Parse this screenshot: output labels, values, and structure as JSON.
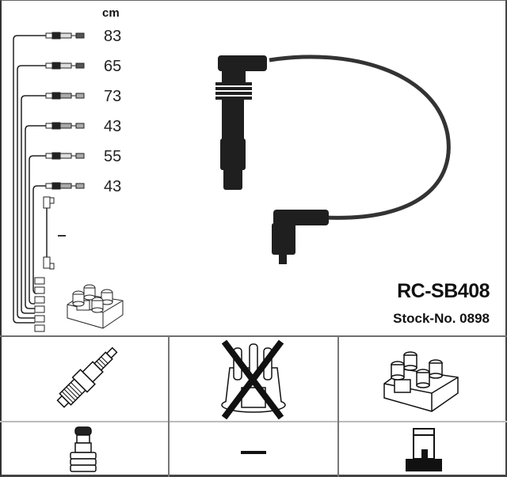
{
  "product": {
    "part_number": "RC-SB408",
    "stock_label": "Stock-No. 0898"
  },
  "cable_lengths": {
    "unit": "cm",
    "items": [
      {
        "index": 1,
        "length": "83"
      },
      {
        "index": 2,
        "length": "65"
      },
      {
        "index": 3,
        "length": "73"
      },
      {
        "index": 4,
        "length": "43"
      },
      {
        "index": 5,
        "length": "55"
      },
      {
        "index": 6,
        "length": "43"
      }
    ],
    "extra_cable_label": "–"
  },
  "compatibility_grid": {
    "row1": [
      {
        "icon": "spark-plug-icon",
        "status": "applicable"
      },
      {
        "icon": "distributor-cap-icon",
        "status": "not-applicable-crossed"
      },
      {
        "icon": "ignition-coil-icon",
        "status": "applicable"
      }
    ],
    "row2": [
      {
        "icon": "spark-plug-connector-icon",
        "status": "applicable"
      },
      {
        "icon": "dash-icon",
        "label": "–",
        "status": "none"
      },
      {
        "icon": "coil-connector-icon",
        "status": "applicable"
      }
    ]
  },
  "colors": {
    "line": "#777777",
    "ink": "#111111",
    "cable": "#2a2a2a"
  }
}
